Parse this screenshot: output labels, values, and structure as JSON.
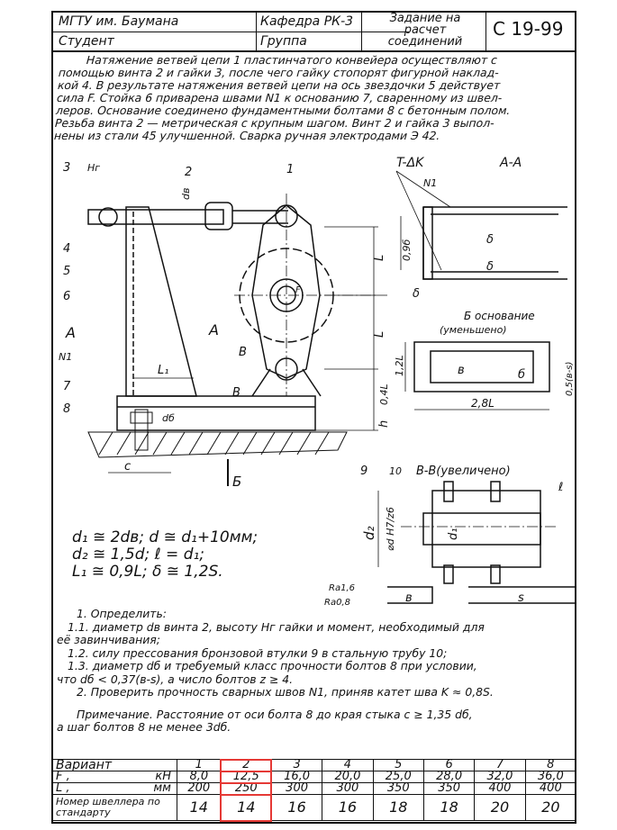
{
  "header": {
    "university": "МГТУ им. Баумана",
    "department": "Кафедра РК-3",
    "student_label": "Студент",
    "group_label": "Группа",
    "assignment_title": [
      "Задание на",
      "расчет",
      "соединений"
    ],
    "code": "С 19-99"
  },
  "description": [
    "Натяжение ветвей цепи 1 пластинчатого конвейера осуществляют с",
    "помощью винта 2 и гайки 3, после чего гайку стопорят фигурной наклад-",
    "кой 4. В результате натяжения ветвей цепи на ось звездочки 5 действует",
    "сила F. Стойка 6 приварена швами N1 к основанию 7, сваренному из швел-",
    "леров. Основание соединено фундаментными болтами 8 с бетонным полом.",
    "Резьба винта 2 — метрическая с крупным шагом. Винт 2 и гайка 3 выпол-",
    "нены из стали 45 улучшенной. Сварка ручная электродами Э 42."
  ],
  "drawing": {
    "labels": {
      "n1": "1",
      "n2": "2",
      "n3": "3",
      "n4": "4",
      "n5": "5",
      "n6": "6",
      "n7": "7",
      "n8": "8",
      "n9": "9",
      "n10": "10",
      "hg": "Hг",
      "dv": "dв",
      "L": "L",
      "L1": "L₁",
      "h": "h",
      "04L": "0,4L",
      "A": "A",
      "B": "B",
      "F": "F",
      "N1": "N1",
      "db": "dб",
      "c": "c",
      "Bview": "Б",
      "tdk": "T-ΔK",
      "aa": "A-A",
      "N1b": "N1",
      "delta": "δ",
      "d09": "0,9б",
      "base_title": "Б  основание",
      "base_sub": "(уменьшено)",
      "12L": "1,2L",
      "28L": "2,8L",
      "b": "в",
      "b2": "б",
      "05": "0,5(в-s)",
      "bb": "B-B(увеличено)",
      "l": "ℓ",
      "d2": "d₂",
      "dfit": "⌀d H7/z6",
      "d1": "d₁",
      "ra16": "Ra1,6",
      "ra08": "Ra0,8",
      "s": "s"
    }
  },
  "formulas": [
    "d₁ ≅ 2dв;  d ≅ d₁+10мм;",
    "d₂ ≅ 1,5d;  ℓ = d₁;",
    "L₁ ≅ 0,9L;  δ ≅ 1,2S."
  ],
  "tasks": [
    "1. Определить:",
    "1.1. диаметр dв винта 2, высоту Hг гайки и момент, необходимый для",
    "её завинчивания;",
    "1.2. силу прессования бронзовой втулки 9 в стальную трубу 10;",
    "1.3. диаметр dб и требуемый класс прочности болтов 8 при условии,",
    "что dб < 0,37(в-s), а число болтов z ≥ 4.",
    "2. Проверить прочность сварных швов N1, приняв катет шва K ≈ 0,8S."
  ],
  "note": [
    "Примечание. Расстояние от оси болта 8 до края стыка c ≥ 1,35 dб,",
    "а шаг болтов 8 не менее 3dб."
  ],
  "table": {
    "row_labels": {
      "variant": "Вариант",
      "F": "F ,",
      "F_unit": "кН",
      "L": "L ,",
      "L_unit": "мм",
      "channel": "Номер швеллера по стандарту"
    },
    "variants": [
      "1",
      "2",
      "3",
      "4",
      "5",
      "6",
      "7",
      "8"
    ],
    "F": [
      "8,0",
      "12,5",
      "16,0",
      "20,0",
      "25,0",
      "28,0",
      "32,0",
      "36,0"
    ],
    "L": [
      "200",
      "250",
      "300",
      "300",
      "350",
      "350",
      "400",
      "400"
    ],
    "channel": [
      "14",
      "14",
      "16",
      "16",
      "18",
      "18",
      "20",
      "20"
    ],
    "highlighted_variant": "2",
    "highlight_color": "#e53935"
  }
}
